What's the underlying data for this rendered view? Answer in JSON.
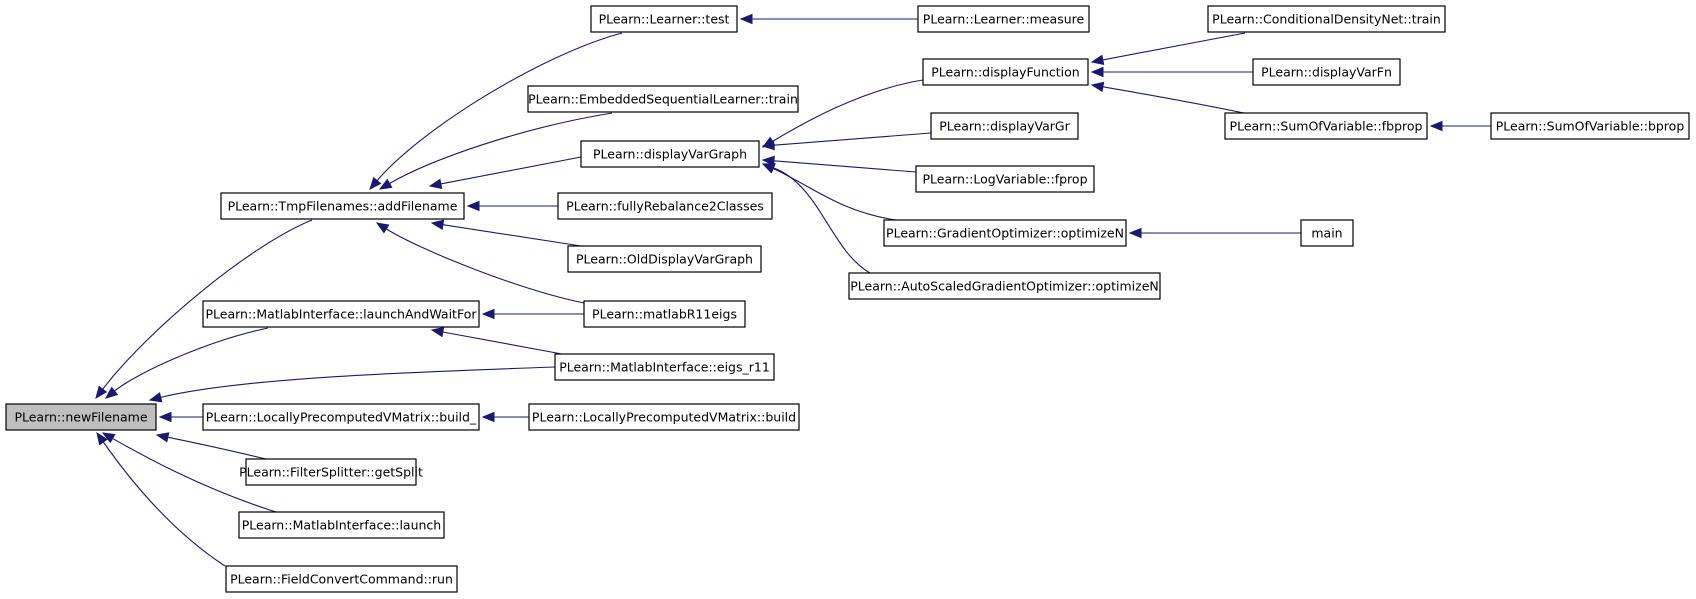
{
  "diagram": {
    "type": "call-graph",
    "colors": {
      "edge": "#191970",
      "root_fill": "#bfbfbf",
      "node_fill": "#ffffff",
      "node_border": "#000000"
    },
    "nodes": [
      {
        "id": "newFilename",
        "label": "PLearn::newFilename"
      },
      {
        "id": "addFilename",
        "label": "PLearn::TmpFilenames::addFilename"
      },
      {
        "id": "launchAndWaitFor",
        "label": "PLearn::MatlabInterface::launchAndWaitFor"
      },
      {
        "id": "build_",
        "label": "PLearn::LocallyPrecomputedVMatrix::build_"
      },
      {
        "id": "getSplit",
        "label": "PLearn::FilterSplitter::getSplit"
      },
      {
        "id": "launch",
        "label": "PLearn::MatlabInterface::launch"
      },
      {
        "id": "run",
        "label": "PLearn::FieldConvertCommand::run"
      },
      {
        "id": "learnerTest",
        "label": "PLearn::Learner::test"
      },
      {
        "id": "embTrain",
        "label": "PLearn::EmbeddedSequentialLearner::train"
      },
      {
        "id": "displayVarGraph",
        "label": "PLearn::displayVarGraph"
      },
      {
        "id": "fullyRebalance",
        "label": "PLearn::fullyRebalance2Classes"
      },
      {
        "id": "oldDisplay",
        "label": "PLearn::OldDisplayVarGraph"
      },
      {
        "id": "matlabR11eigs",
        "label": "PLearn::matlabR11eigs"
      },
      {
        "id": "eigs_r11",
        "label": "PLearn::MatlabInterface::eigs_r11"
      },
      {
        "id": "build",
        "label": "PLearn::LocallyPrecomputedVMatrix::build"
      },
      {
        "id": "measure",
        "label": "PLearn::Learner::measure"
      },
      {
        "id": "displayFunction",
        "label": "PLearn::displayFunction"
      },
      {
        "id": "displayVarGr",
        "label": "PLearn::displayVarGr"
      },
      {
        "id": "logFprop",
        "label": "PLearn::LogVariable::fprop"
      },
      {
        "id": "gradOpt",
        "label": "PLearn::GradientOptimizer::optimizeN"
      },
      {
        "id": "autoGradOpt",
        "label": "PLearn::AutoScaledGradientOptimizer::optimizeN"
      },
      {
        "id": "condTrain",
        "label": "PLearn::ConditionalDensityNet::train"
      },
      {
        "id": "displayVarFn",
        "label": "PLearn::displayVarFn"
      },
      {
        "id": "sumFbprop",
        "label": "PLearn::SumOfVariable::fbprop"
      },
      {
        "id": "sumBprop",
        "label": "PLearn::SumOfVariable::bprop"
      },
      {
        "id": "main",
        "label": "main"
      }
    ],
    "edges": [
      {
        "from": "addFilename",
        "to": "newFilename"
      },
      {
        "from": "launchAndWaitFor",
        "to": "newFilename"
      },
      {
        "from": "eigs_r11",
        "to": "newFilename"
      },
      {
        "from": "build_",
        "to": "newFilename"
      },
      {
        "from": "getSplit",
        "to": "newFilename"
      },
      {
        "from": "launch",
        "to": "newFilename"
      },
      {
        "from": "run",
        "to": "newFilename"
      },
      {
        "from": "learnerTest",
        "to": "addFilename"
      },
      {
        "from": "embTrain",
        "to": "addFilename"
      },
      {
        "from": "displayVarGraph",
        "to": "addFilename"
      },
      {
        "from": "fullyRebalance",
        "to": "addFilename"
      },
      {
        "from": "oldDisplay",
        "to": "addFilename"
      },
      {
        "from": "matlabR11eigs",
        "to": "addFilename"
      },
      {
        "from": "matlabR11eigs",
        "to": "launchAndWaitFor"
      },
      {
        "from": "eigs_r11",
        "to": "launchAndWaitFor"
      },
      {
        "from": "build",
        "to": "build_"
      },
      {
        "from": "measure",
        "to": "learnerTest"
      },
      {
        "from": "displayFunction",
        "to": "displayVarGraph"
      },
      {
        "from": "displayVarGr",
        "to": "displayVarGraph"
      },
      {
        "from": "logFprop",
        "to": "displayVarGraph"
      },
      {
        "from": "gradOpt",
        "to": "displayVarGraph"
      },
      {
        "from": "autoGradOpt",
        "to": "displayVarGraph"
      },
      {
        "from": "condTrain",
        "to": "displayFunction"
      },
      {
        "from": "displayVarFn",
        "to": "displayFunction"
      },
      {
        "from": "sumFbprop",
        "to": "displayFunction"
      },
      {
        "from": "sumBprop",
        "to": "sumFbprop"
      },
      {
        "from": "main",
        "to": "gradOpt"
      }
    ]
  }
}
